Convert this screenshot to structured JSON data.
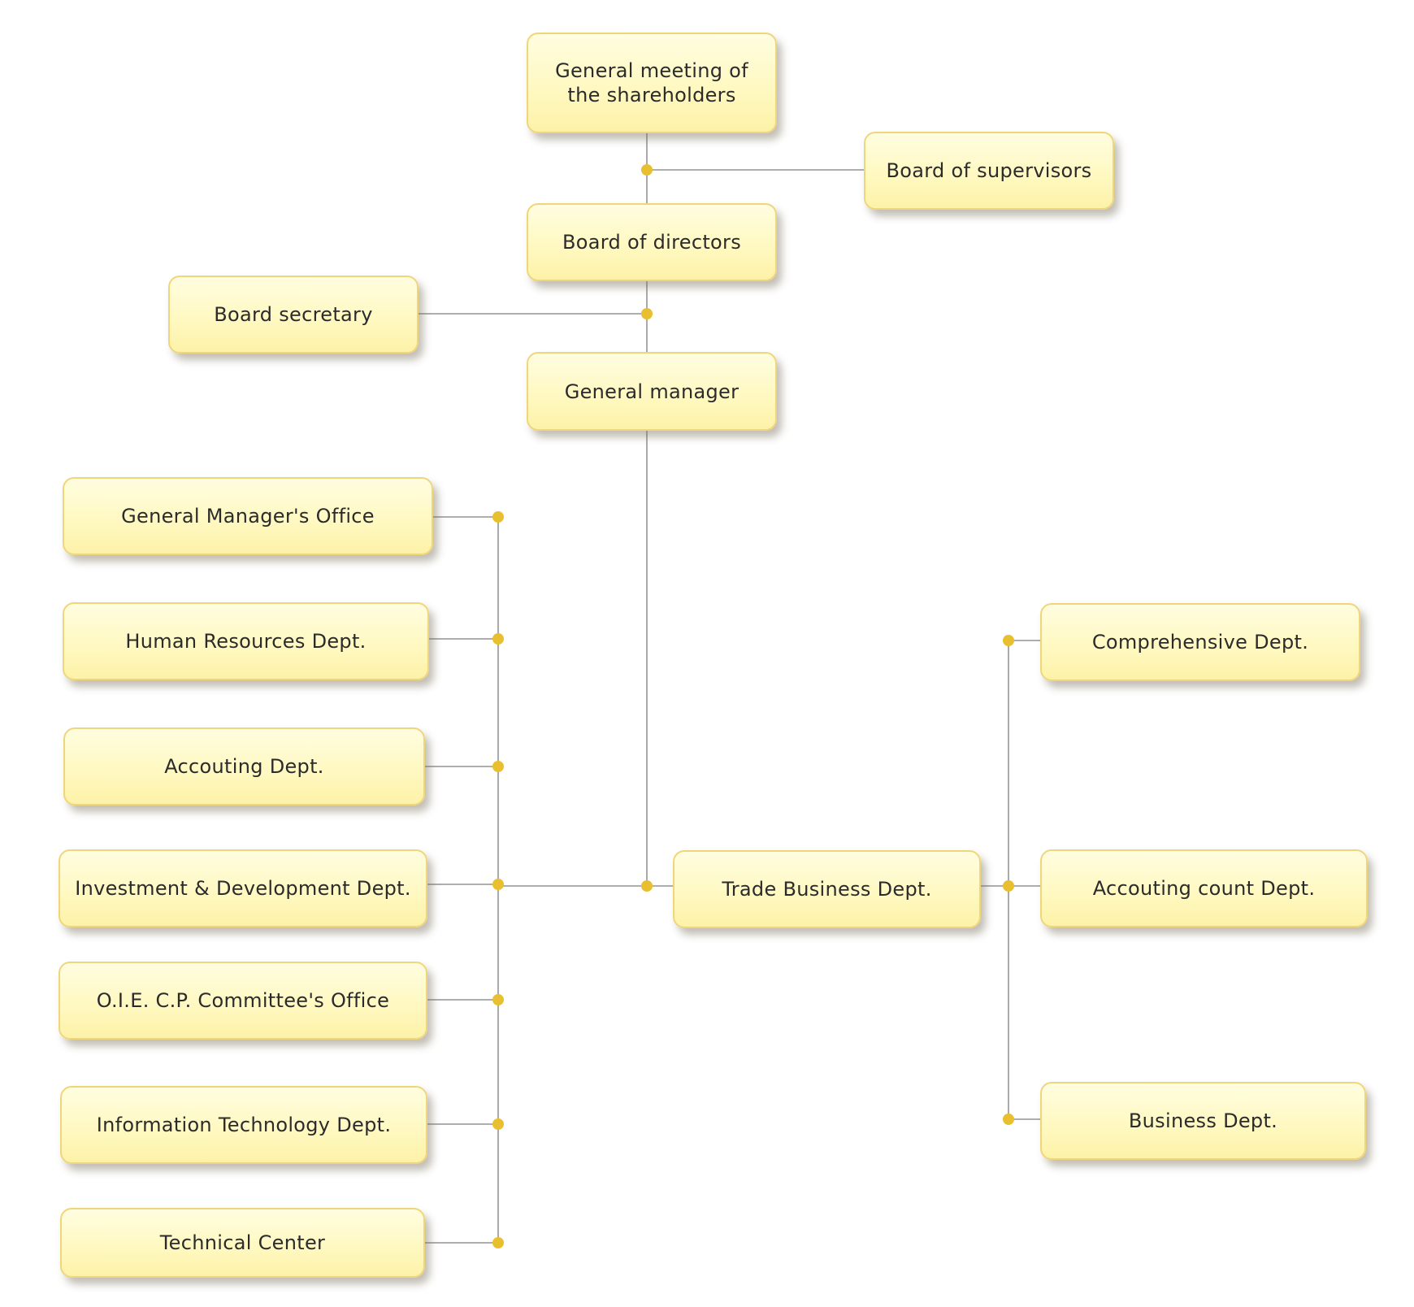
{
  "org_chart": {
    "nodes": {
      "shareholders": "General meeting of\nthe shareholders",
      "supervisors": "Board of supervisors",
      "directors": "Board of directors",
      "secretary": "Board secretary",
      "general_manager": "General manager",
      "gm_office": "General Manager's Office",
      "hr": "Human Resources Dept.",
      "accounting": "Accouting Dept.",
      "investment": "Investment & Development Dept.",
      "oie_committee": "O.I.E. C.P. Committee's Office",
      "it": "Information Technology Dept.",
      "technical": "Technical Center",
      "trade": "Trade  Business Dept.",
      "comprehensive": "Comprehensive Dept.",
      "accounting_count": "Accouting count Dept.",
      "business": "Business Dept."
    },
    "edges": [
      [
        "shareholders",
        "directors"
      ],
      [
        "shareholders",
        "supervisors"
      ],
      [
        "directors",
        "general_manager"
      ],
      [
        "directors",
        "secretary"
      ],
      [
        "general_manager",
        "gm_office"
      ],
      [
        "general_manager",
        "hr"
      ],
      [
        "general_manager",
        "accounting"
      ],
      [
        "general_manager",
        "investment"
      ],
      [
        "general_manager",
        "oie_committee"
      ],
      [
        "general_manager",
        "it"
      ],
      [
        "general_manager",
        "technical"
      ],
      [
        "general_manager",
        "trade"
      ],
      [
        "trade",
        "comprehensive"
      ],
      [
        "trade",
        "accounting_count"
      ],
      [
        "trade",
        "business"
      ]
    ],
    "colors": {
      "box_fill": "#fff8bf",
      "box_border": "#f0d67a",
      "connector_line": "#7d7d7d",
      "junction_dot": "#e8bf2e"
    }
  }
}
